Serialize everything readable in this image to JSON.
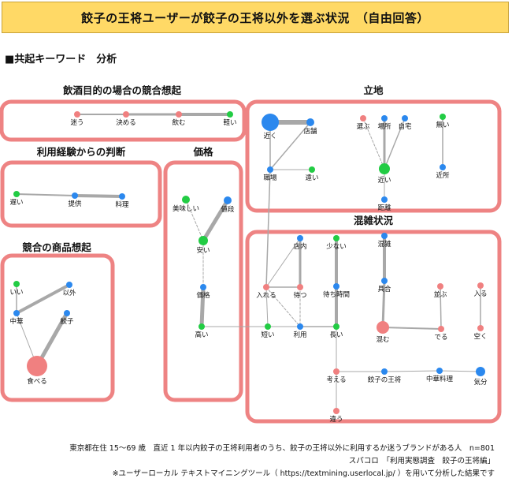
{
  "header": {
    "title": "餃子の王将ユーザーが餃子の王将以外を選ぶ状況　（自由回答）"
  },
  "section": {
    "title": "■共起キーワード　分析"
  },
  "groups": [
    {
      "id": "drinking",
      "title": "飲酒目的の場合の競合想起"
    },
    {
      "id": "experience",
      "title": "利用経験からの判断"
    },
    {
      "id": "products",
      "title": "競合の商品想起"
    },
    {
      "id": "price",
      "title": "価格"
    },
    {
      "id": "location",
      "title": "立地"
    },
    {
      "id": "crowding",
      "title": "混雑状況"
    }
  ],
  "nodes": [
    {
      "id": "mayou",
      "label": "迷う",
      "color": "#f08080"
    },
    {
      "id": "kimeru",
      "label": "決める",
      "color": "#f08080"
    },
    {
      "id": "nomu",
      "label": "飲む",
      "color": "#f08080"
    },
    {
      "id": "karui",
      "label": "軽い",
      "color": "#22cc44"
    },
    {
      "id": "osoi",
      "label": "遅い",
      "color": "#22cc44"
    },
    {
      "id": "teikyo",
      "label": "提供",
      "color": "#2b88ee"
    },
    {
      "id": "ryori",
      "label": "料理",
      "color": "#2b88ee"
    },
    {
      "id": "ii",
      "label": "いい",
      "color": "#22cc44"
    },
    {
      "id": "igai",
      "label": "以外",
      "color": "#2b88ee"
    },
    {
      "id": "chuka",
      "label": "中華",
      "color": "#2b88ee"
    },
    {
      "id": "gyoza",
      "label": "餃子",
      "color": "#2b88ee"
    },
    {
      "id": "taberu",
      "label": "食べる",
      "color": "#f08080"
    },
    {
      "id": "oishii",
      "label": "美味しい",
      "color": "#22cc44"
    },
    {
      "id": "nedan",
      "label": "値段",
      "color": "#2b88ee"
    },
    {
      "id": "yasui",
      "label": "安い",
      "color": "#22cc44"
    },
    {
      "id": "kakaku",
      "label": "価格",
      "color": "#2b88ee"
    },
    {
      "id": "takai",
      "label": "高い",
      "color": "#22cc44"
    },
    {
      "id": "chikaku",
      "label": "近く",
      "color": "#2b88ee"
    },
    {
      "id": "tenpo",
      "label": "店舗",
      "color": "#2b88ee"
    },
    {
      "id": "shokuba",
      "label": "職場",
      "color": "#2b88ee"
    },
    {
      "id": "tooi",
      "label": "遠い",
      "color": "#22cc44"
    },
    {
      "id": "erabu",
      "label": "選ぶ",
      "color": "#f08080"
    },
    {
      "id": "basho",
      "label": "場所",
      "color": "#2b88ee"
    },
    {
      "id": "jitaku",
      "label": "自宅",
      "color": "#2b88ee"
    },
    {
      "id": "nai",
      "label": "無い",
      "color": "#22cc44"
    },
    {
      "id": "chikai",
      "label": "近い",
      "color": "#22cc44"
    },
    {
      "id": "kinjo",
      "label": "近所",
      "color": "#2b88ee"
    },
    {
      "id": "kyori",
      "label": "距離",
      "color": "#2b88ee"
    },
    {
      "id": "tennai",
      "label": "店内",
      "color": "#2b88ee"
    },
    {
      "id": "sukunai",
      "label": "少ない",
      "color": "#22cc44"
    },
    {
      "id": "konzatsu",
      "label": "混雑",
      "color": "#2b88ee"
    },
    {
      "id": "ireru",
      "label": "入れる",
      "color": "#f08080"
    },
    {
      "id": "matsu",
      "label": "待つ",
      "color": "#f08080"
    },
    {
      "id": "machijikan",
      "label": "待ち時間",
      "color": "#2b88ee"
    },
    {
      "id": "guai",
      "label": "具合",
      "color": "#2b88ee"
    },
    {
      "id": "narabu",
      "label": "並ぶ",
      "color": "#f08080"
    },
    {
      "id": "hairu",
      "label": "入る",
      "color": "#f08080"
    },
    {
      "id": "mijikai",
      "label": "短い",
      "color": "#22cc44"
    },
    {
      "id": "riyo",
      "label": "利用",
      "color": "#2b88ee"
    },
    {
      "id": "nagai",
      "label": "長い",
      "color": "#22cc44"
    },
    {
      "id": "komu",
      "label": "混む",
      "color": "#f08080"
    },
    {
      "id": "deru",
      "label": "でる",
      "color": "#f08080"
    },
    {
      "id": "suku",
      "label": "空く",
      "color": "#f08080"
    },
    {
      "id": "kangaeru",
      "label": "考える",
      "color": "#f08080"
    },
    {
      "id": "gyozanoosho",
      "label": "餃子の王将",
      "color": "#2b88ee"
    },
    {
      "id": "chukaryori",
      "label": "中華料理",
      "color": "#2b88ee"
    },
    {
      "id": "kibun",
      "label": "気分",
      "color": "#2b88ee"
    },
    {
      "id": "chigau",
      "label": "違う",
      "color": "#f08080"
    }
  ],
  "footer": {
    "line1": "東京都在住 15〜69 歳　直近 1 年以内餃子の王将利用者のうち、餃子の王将以外に利用するか迷うブランドがある人　n=801",
    "line2": "スパコロ　「利用実態調査　餃子の王将編」",
    "line3": "※ユーザーローカル テキストマイニングツール（ https://textmining.userlocal.jp/ ）を用いて分析した結果です"
  }
}
